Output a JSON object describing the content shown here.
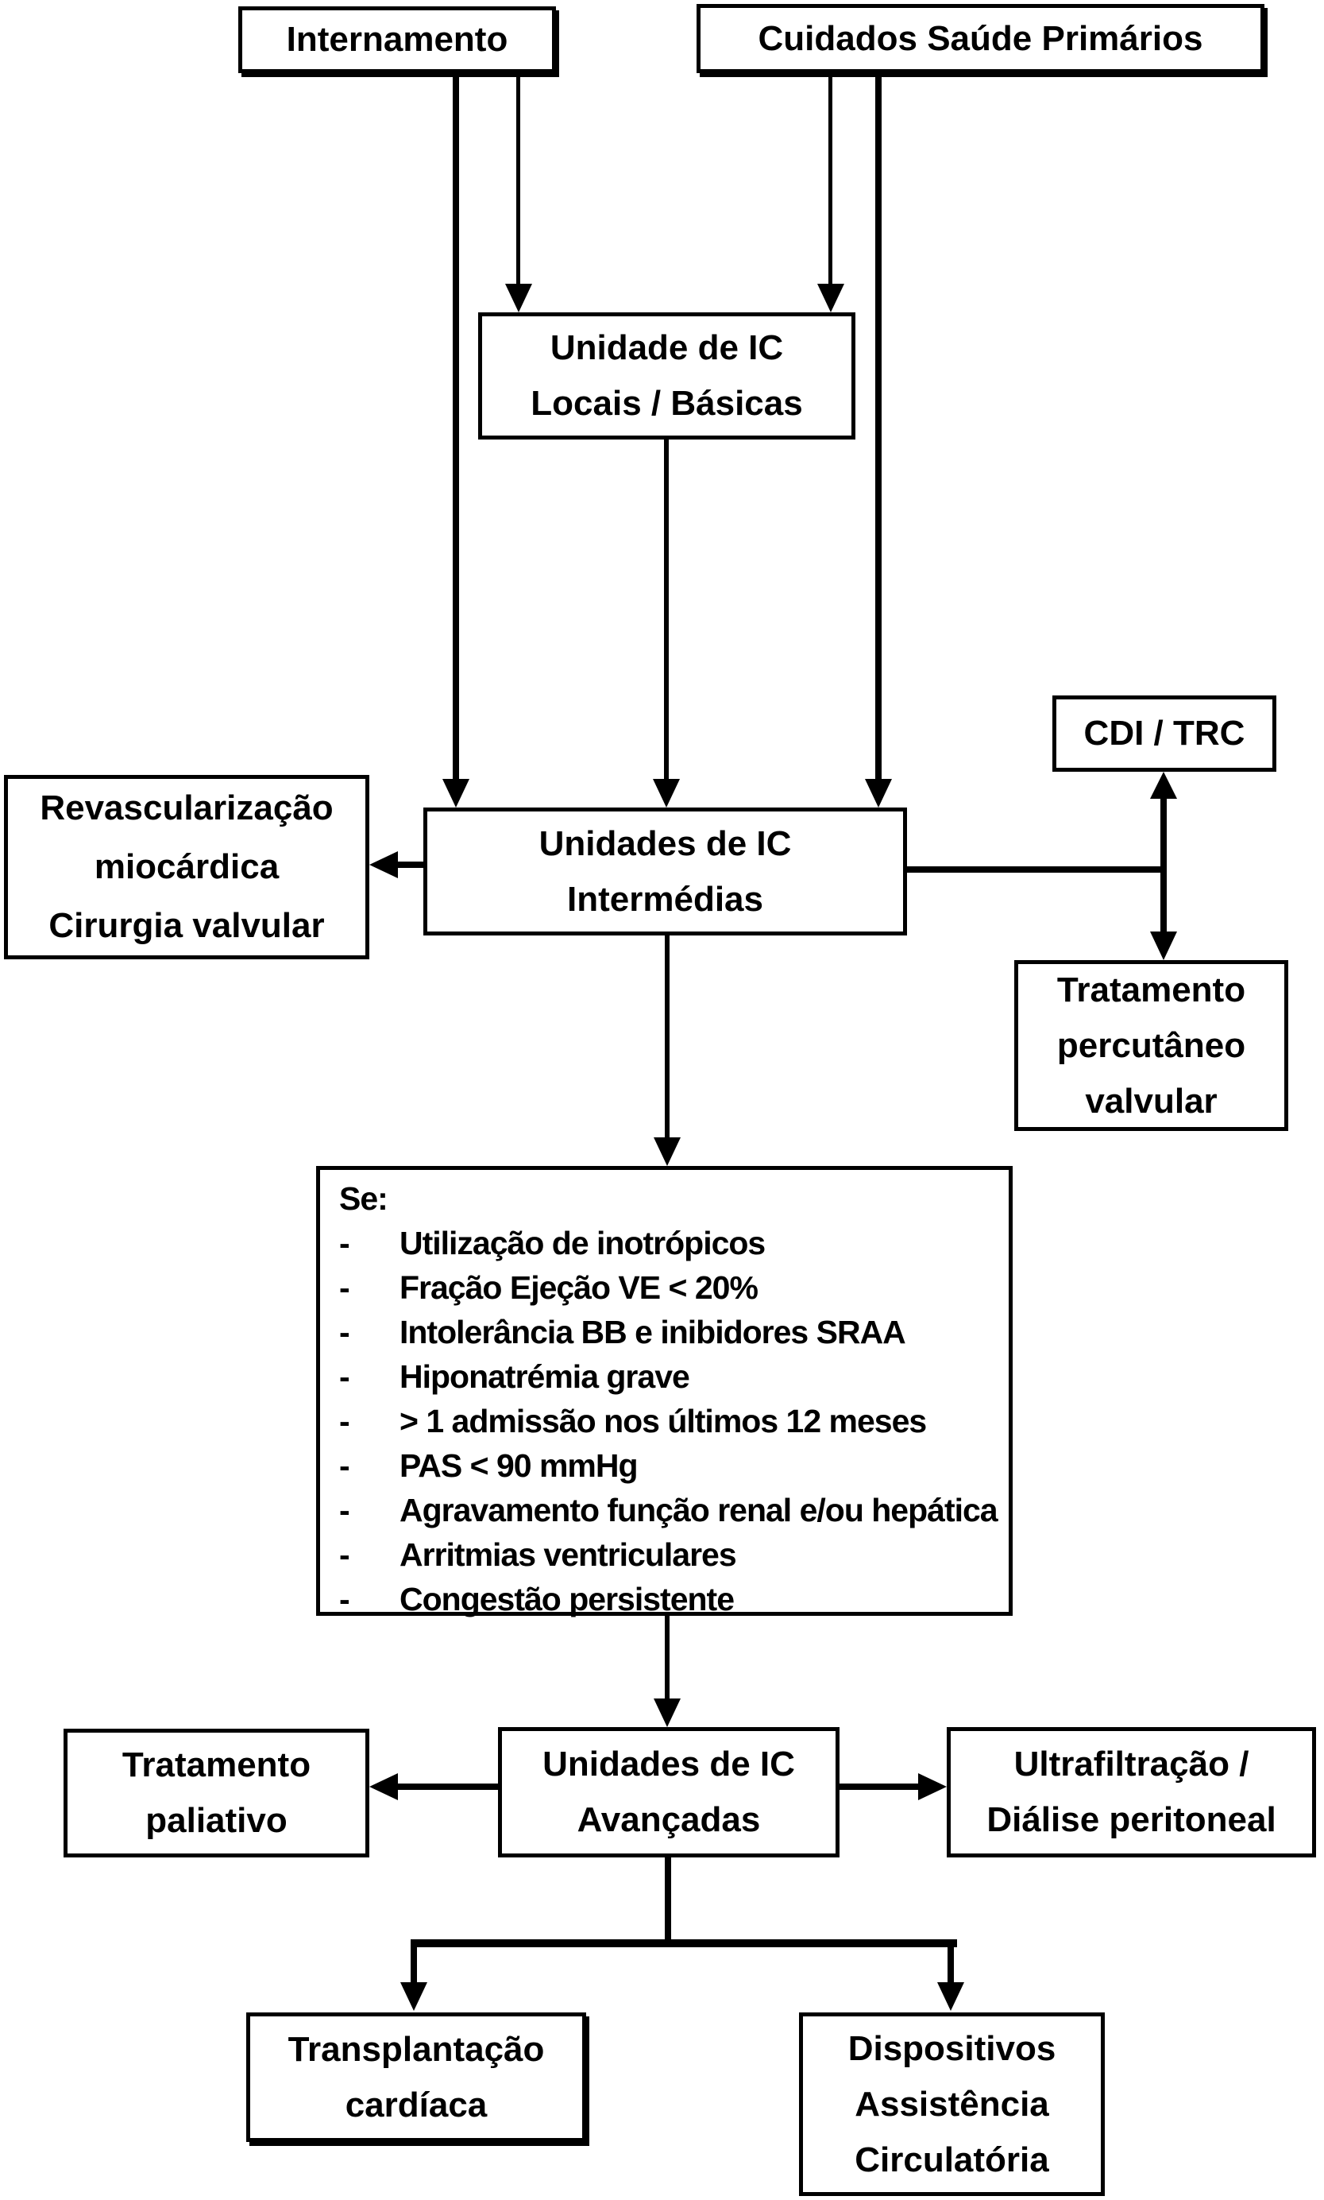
{
  "boxes": {
    "internamento": {
      "lines": [
        "Internamento"
      ]
    },
    "cuidados": {
      "lines": [
        "Cuidados Saúde Primários"
      ]
    },
    "locais": {
      "lines": [
        "Unidade de IC",
        "Locais / Básicas"
      ]
    },
    "revascularizacao": {
      "lines": [
        "Revascularização",
        "miocárdica",
        "Cirurgia valvular"
      ]
    },
    "intermedias": {
      "lines": [
        "Unidades de IC",
        "Intermédias"
      ]
    },
    "cdi_trc": {
      "lines": [
        "CDI / TRC"
      ]
    },
    "percutaneo": {
      "lines": [
        "Tratamento",
        "percutâneo",
        "valvular"
      ]
    },
    "paliativo": {
      "lines": [
        "Tratamento",
        "paliativo"
      ]
    },
    "avancadas": {
      "lines": [
        "Unidades de IC",
        "Avançadas"
      ]
    },
    "ultrafiltracao": {
      "lines": [
        "Ultrafiltração /",
        "Diálise peritoneal"
      ]
    },
    "transplantacao": {
      "lines": [
        "Transplantação",
        "cardíaca"
      ]
    },
    "dispositivos": {
      "lines": [
        "Dispositivos",
        "Assistência",
        "Circulatória"
      ]
    }
  },
  "se_box": {
    "heading": "Se:",
    "bullet": "-",
    "items": [
      "Utilização de inotrópicos",
      "Fração Ejeção VE < 20%",
      "Intolerância BB e inibidores SRAA",
      "Hiponatrémia grave",
      "> 1 admissão nos últimos 12 meses",
      "PAS < 90 mmHg",
      "Agravamento função renal e/ou hepática",
      "Arritmias ventriculares",
      "Congestão persistente"
    ]
  },
  "colors": {
    "line": "#000000",
    "box_background": "#ffffff",
    "text": "#000000",
    "page_background": "#ffffff"
  }
}
